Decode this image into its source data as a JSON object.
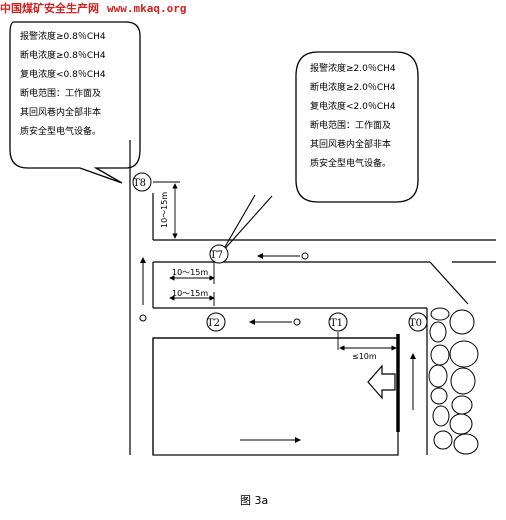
{
  "header": {
    "site_name_cn": "中国煤矿安全生产网",
    "site_url": "www.mkaq.org"
  },
  "left_bubble": {
    "lines": [
      "报警浓度≥0.8％CH4",
      "断电浓度≥0.8％CH4",
      "复电浓度<0.8％CH4",
      "断电范围：工作面及",
      "其回风巷内全部非本",
      "质安全型电气设备。"
    ]
  },
  "right_bubble": {
    "lines": [
      "报警浓度≥2.0％CH4",
      "断电浓度≥2.0％CH4",
      "复电浓度<2.0％CH4",
      "断电范围：工作面及",
      "其回风巷内全部非本",
      "质安全型电气设备。"
    ]
  },
  "sensors": {
    "t8": "T8",
    "t7": "T7",
    "t2": "T2",
    "t1": "T1",
    "t0": "T0"
  },
  "dimensions": {
    "vertical": "10～15m",
    "upper": "10～15m",
    "lower": "10～15m",
    "face": "≤10m"
  },
  "caption": "图 3a"
}
